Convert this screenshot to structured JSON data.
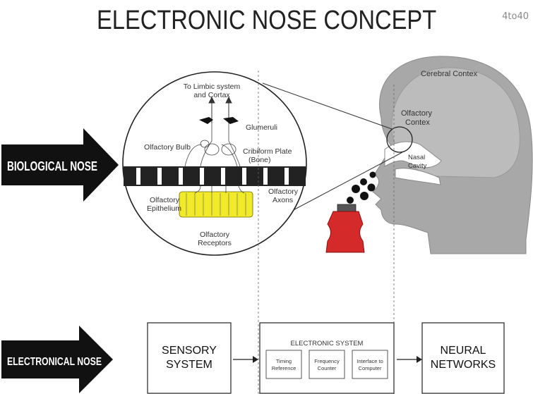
{
  "title": "ELECTRONIC NOSE CONCEPT",
  "watermark": "4to40",
  "biological_arrow": "BIOLOGICAL NOSE",
  "electronical_arrow": "ELECTRONICAL NOSE",
  "circle_labels": {
    "limbic_line1": "To Limbic system",
    "limbic_line2": "and Cortax",
    "glumeruli": "Glumeruli",
    "olfactory_bulb": "Olfactory Bulb",
    "cribiform_line1": "Cribiform Plate",
    "cribiform_line2": "(Bone)",
    "olf_axons_line1": "Olfactory",
    "olf_axons_line2": "Axons",
    "olf_epi_line1": "Olfactory",
    "olf_epi_line2": "Epithelium",
    "olf_rec_line1": "Olfactory",
    "olf_rec_line2": "Receptors"
  },
  "head_labels": {
    "cerebral": "Cerebral Contex",
    "olf_contex_line1": "Olfactory",
    "olf_contex_line2": "Contex",
    "nasal_line1": "Nasal",
    "nasal_line2": "Cavity"
  },
  "blocks": {
    "sensory_line1": "SENSORY",
    "sensory_line2": "SYSTEM",
    "electronic_title": "ELECTRONIC SYSTEM",
    "timing_line1": "Timing",
    "timing_line2": "Reference",
    "freq_line1": "Frequency",
    "freq_line2": "Counter",
    "iface_line1": "Interface to",
    "iface_line2": "Computer",
    "neural_line1": "NEURAL",
    "neural_line2": "NETWORKS"
  },
  "colors": {
    "head_gray": "#a8a8a8",
    "bottle_red": "#d42a2a",
    "receptor_yellow": "#f0ea2a",
    "arrow_black": "#111111"
  }
}
